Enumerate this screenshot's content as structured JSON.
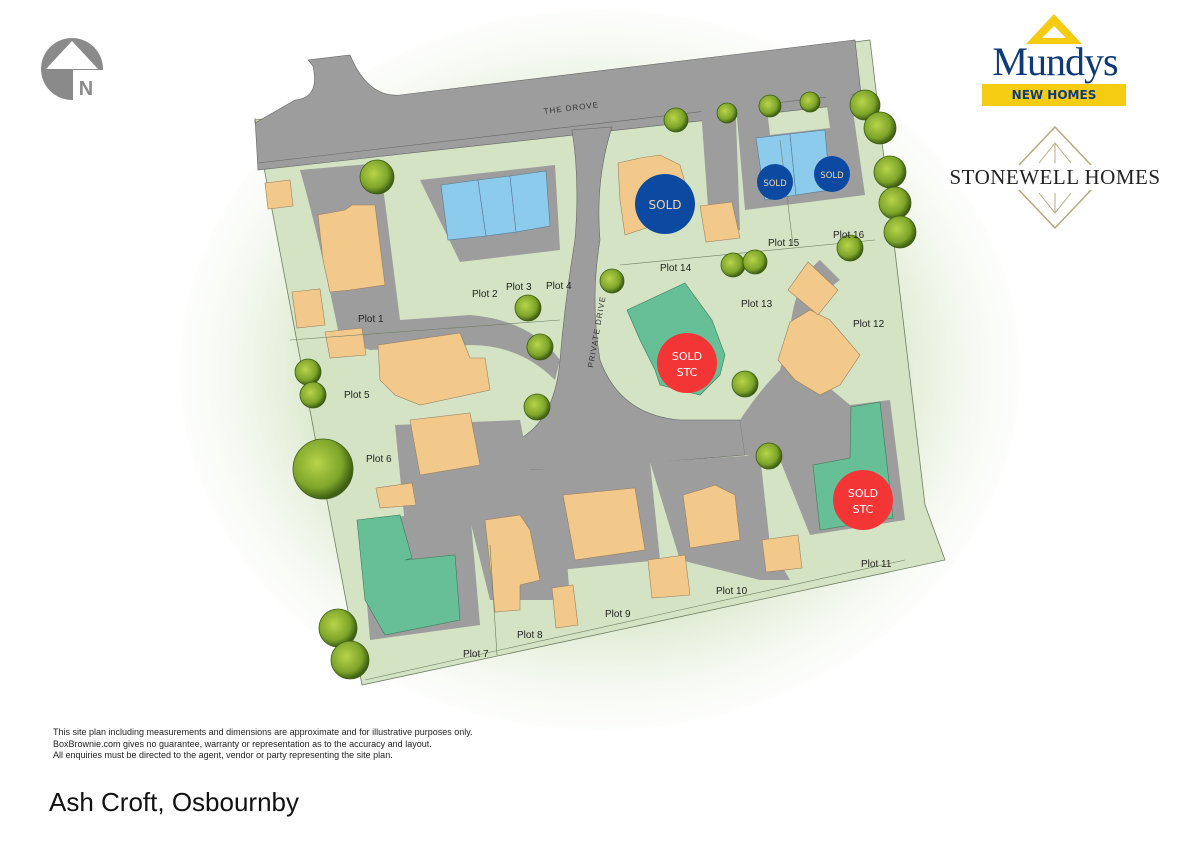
{
  "development": {
    "name": "Ash Croft, Osbournby"
  },
  "compass": {
    "icon": "north-arrow-icon",
    "label": "N"
  },
  "logos": {
    "mundys": {
      "name": "Mundys",
      "tagline": "NEW HOMES",
      "colors": {
        "navy": "#0f3a7a",
        "yellow": "#f5cc11"
      }
    },
    "stonewell": {
      "name": "STONEWELL HOMES",
      "color": "#b8a97a"
    }
  },
  "roads": {
    "main": "THE DROVE",
    "private": "PRIVATE DRIVE"
  },
  "plots": [
    {
      "label": "Plot 1",
      "status": "available"
    },
    {
      "label": "Plot 2",
      "status": "available"
    },
    {
      "label": "Plot 3",
      "status": "available"
    },
    {
      "label": "Plot 4",
      "status": "available"
    },
    {
      "label": "Plot 5",
      "status": "available"
    },
    {
      "label": "Plot 6",
      "status": "available"
    },
    {
      "label": "Plot 7",
      "status": "available"
    },
    {
      "label": "Plot 8",
      "status": "available"
    },
    {
      "label": "Plot 9",
      "status": "available"
    },
    {
      "label": "Plot 10",
      "status": "available"
    },
    {
      "label": "Plot 11",
      "status": "sold_stc"
    },
    {
      "label": "Plot 12",
      "status": "available"
    },
    {
      "label": "Plot 13",
      "status": "available"
    },
    {
      "label": "Plot 14",
      "status": "sold_stc"
    },
    {
      "label": "Plot 15",
      "status": "sold"
    },
    {
      "label": "Plot 16",
      "status": "sold"
    }
  ],
  "badges": {
    "sold": "SOLD",
    "sold_stc_line1": "SOLD",
    "sold_stc_line2": "STC"
  },
  "colors": {
    "road": "#9d9d9d",
    "grass": "#d3e3c3",
    "house_available": "#f3c98b",
    "house_stc": "#66bf96",
    "house_sold_terrace": "#8ccbec",
    "sold_badge": "#0b4aa0",
    "stc_badge": "#f33535"
  },
  "disclaimer": {
    "line1": "This site plan including measurements and dimensions are approximate and for illustrative purposes only.",
    "line2": "BoxBrownie.com gives no guarantee, warranty or representation as to the accuracy and layout.",
    "line3": "All enquiries must be directed to the agent, vendor or party representing the site plan."
  }
}
